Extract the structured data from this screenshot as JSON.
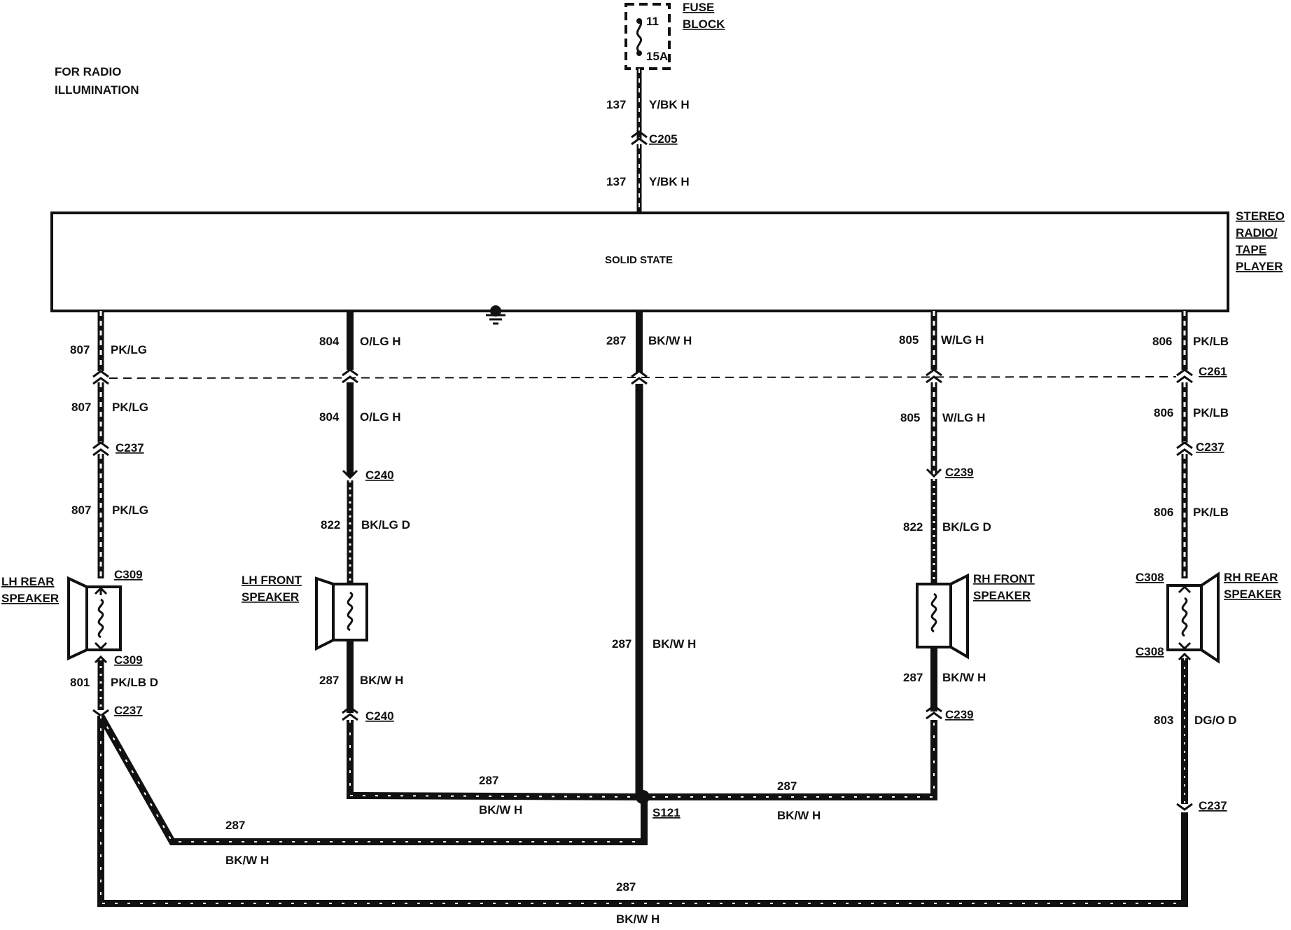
{
  "note": {
    "line1": "FOR RADIO",
    "line2": "ILLUMINATION"
  },
  "fuse": {
    "title1": "FUSE",
    "title2": "BLOCK",
    "number": "11",
    "rating": "15A"
  },
  "radio": {
    "title1": "STEREO",
    "title2": "RADIO/",
    "title3": "TAPE",
    "title4": "PLAYER",
    "inner": "SOLID STATE"
  },
  "feed": {
    "circuit": "137",
    "color": "Y/BK H",
    "connector": "C205"
  },
  "speakers": {
    "lh_rear": {
      "l1": "LH REAR",
      "l2": "SPEAKER"
    },
    "lh_front": {
      "l1": "LH FRONT",
      "l2": "SPEAKER"
    },
    "rh_front": {
      "l1": "RH FRONT",
      "l2": "SPEAKER"
    },
    "rh_rear": {
      "l1": "RH REAR",
      "l2": "SPEAKER"
    }
  },
  "wires": {
    "w807": {
      "circuit": "807",
      "color": "PK/LG"
    },
    "w804": {
      "circuit": "804",
      "color": "O/LG H"
    },
    "w287": {
      "circuit": "287",
      "color": "BK/W H"
    },
    "w805": {
      "circuit": "805",
      "color": "W/LG H"
    },
    "w806": {
      "circuit": "806",
      "color": "PK/LB"
    },
    "w822": {
      "circuit": "822",
      "color": "BK/LG D"
    },
    "w801": {
      "circuit": "801",
      "color": "PK/LB D"
    },
    "w803": {
      "circuit": "803",
      "color": "DG/O D"
    }
  },
  "connectors": {
    "c261": "C261",
    "c237": "C237",
    "c240": "C240",
    "c239": "C239",
    "c309": "C309",
    "c308": "C308",
    "s121": "S121"
  }
}
